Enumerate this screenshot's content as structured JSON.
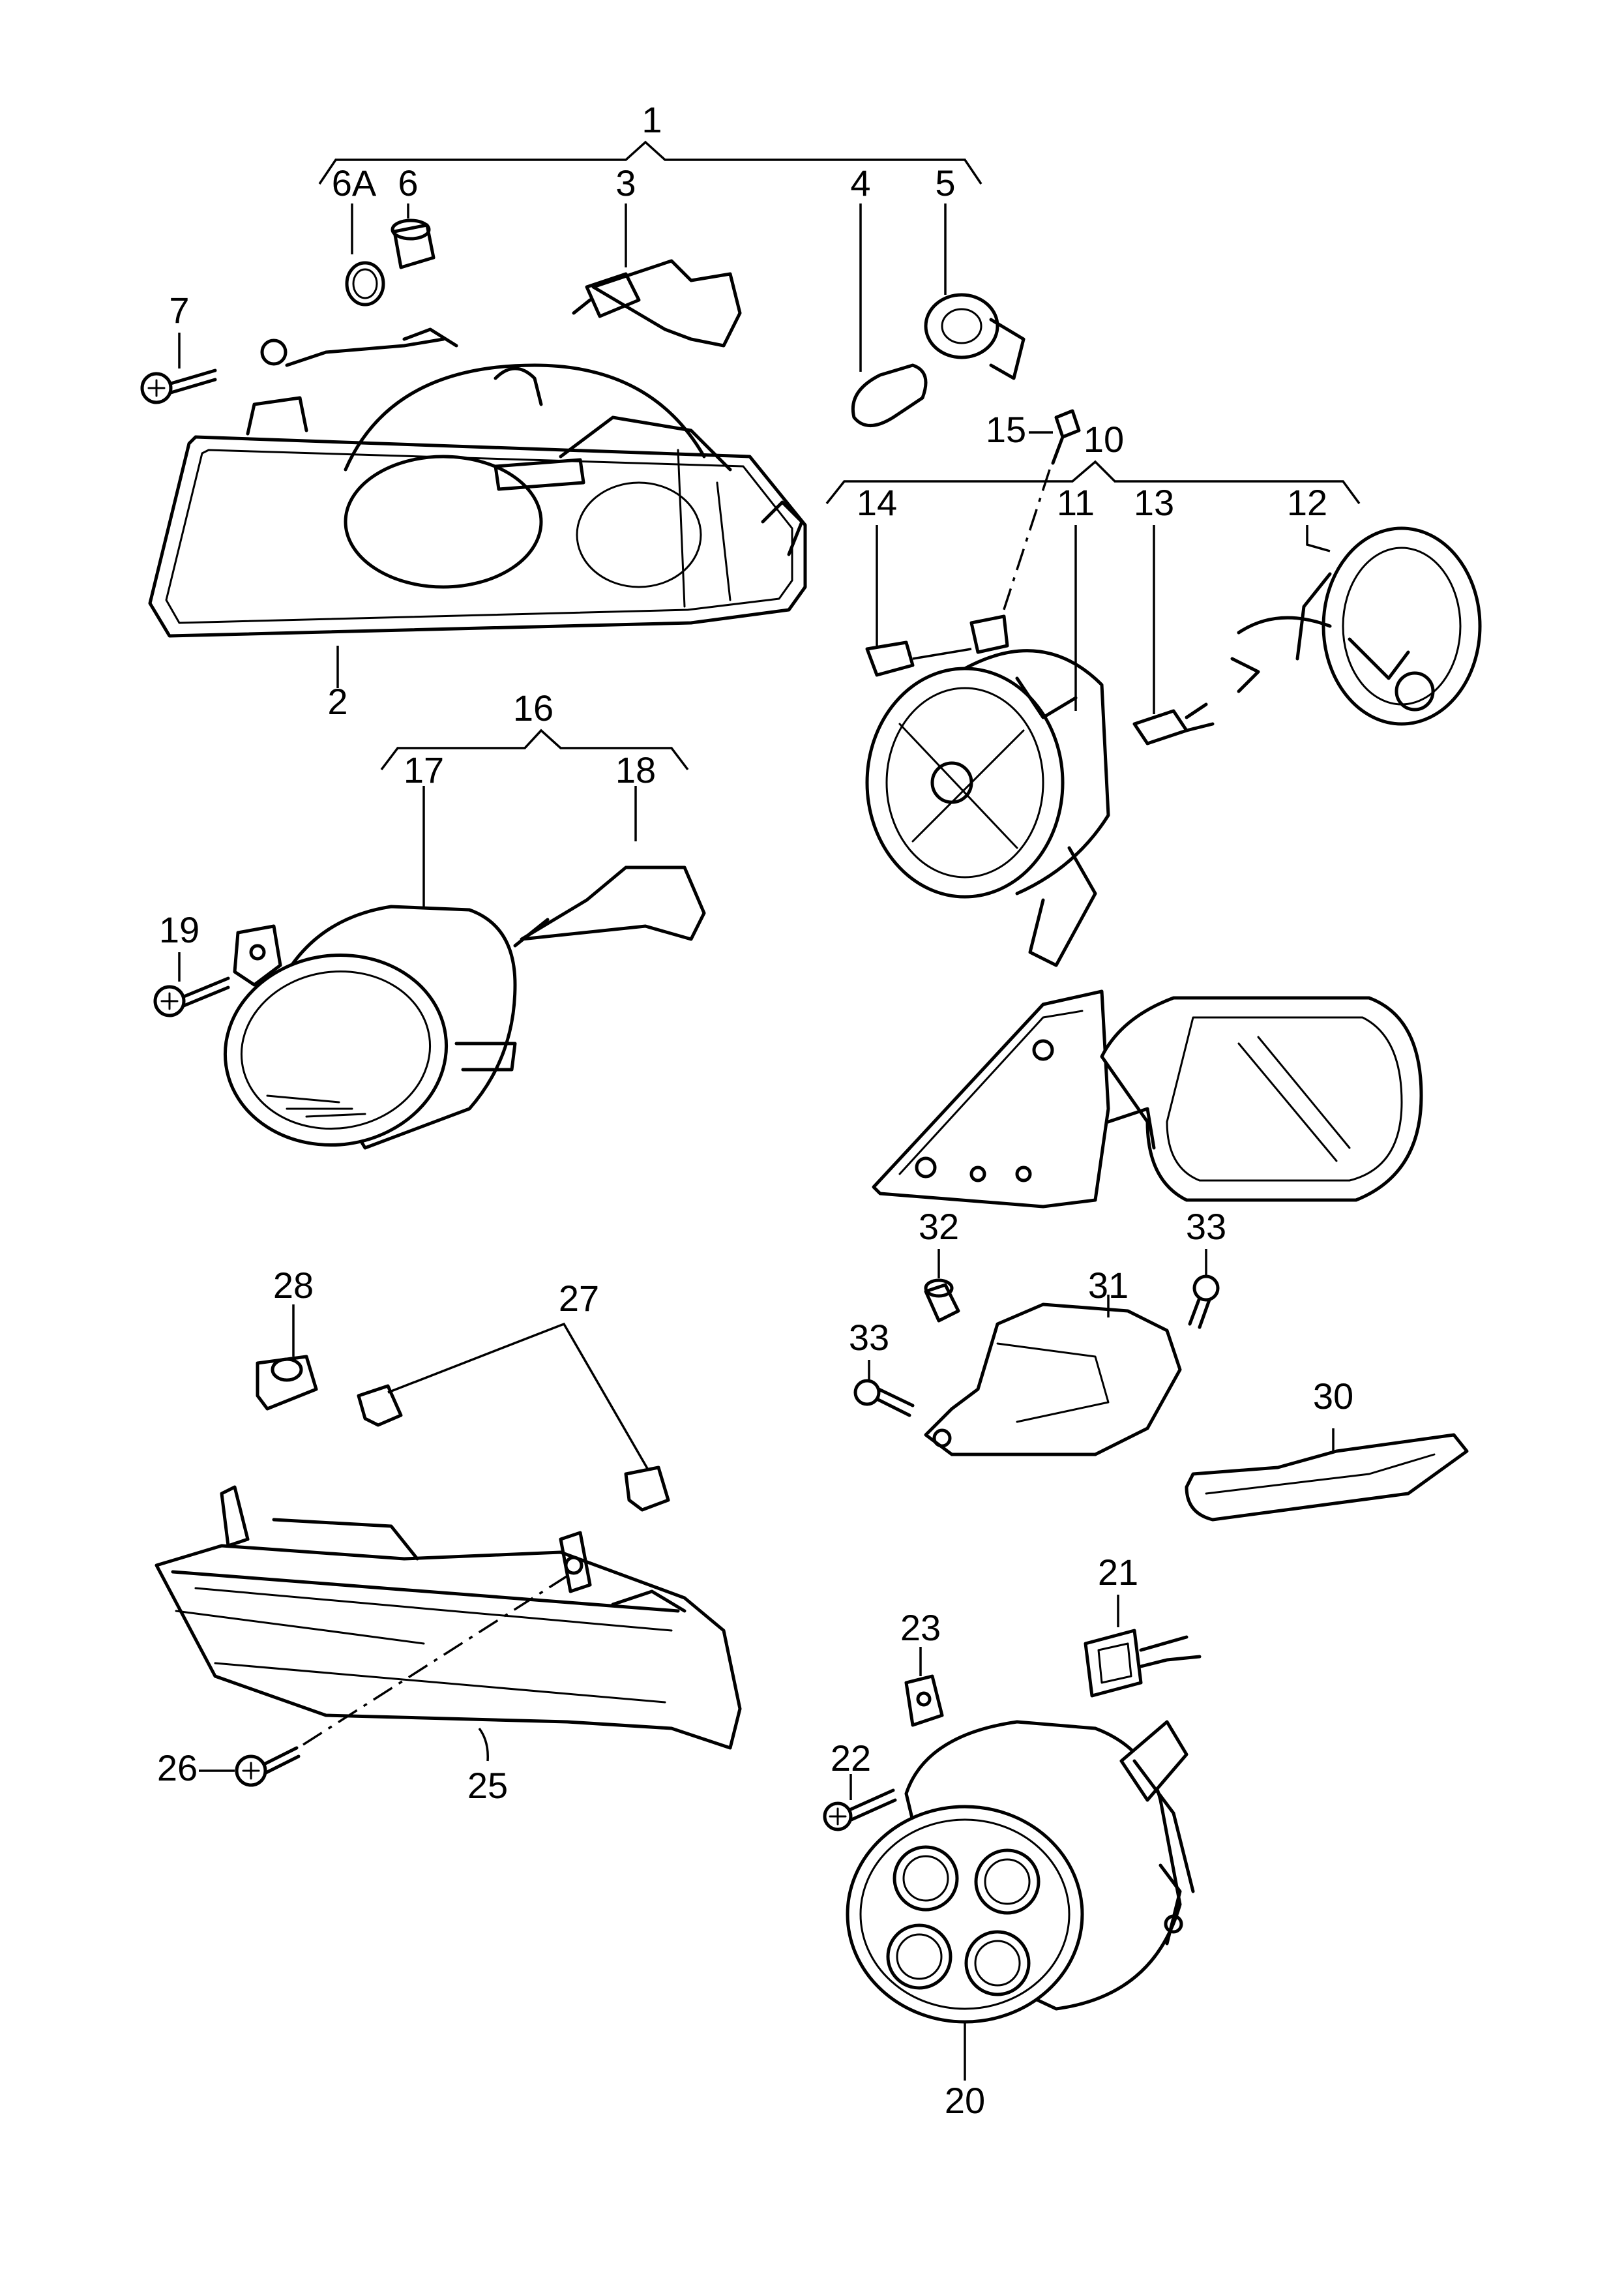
{
  "callouts": {
    "c1": "1",
    "c2": "2",
    "c3": "3",
    "c4": "4",
    "c5": "5",
    "c6": "6",
    "c6a": "6A",
    "c7": "7",
    "c10": "10",
    "c11": "11",
    "c12": "12",
    "c13": "13",
    "c14": "14",
    "c15": "15",
    "c16": "16",
    "c17": "17",
    "c18": "18",
    "c19": "19",
    "c20": "20",
    "c21": "21",
    "c22": "22",
    "c23": "23",
    "c25": "25",
    "c26": "26",
    "c27": "27",
    "c28": "28",
    "c30": "30",
    "c31": "31",
    "c32": "32",
    "c33a": "33",
    "c33b": "33"
  }
}
